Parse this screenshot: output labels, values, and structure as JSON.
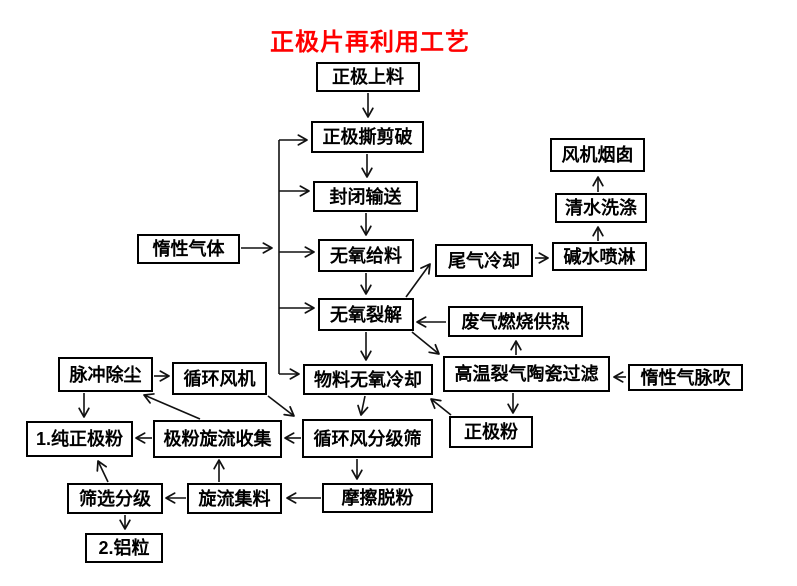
{
  "title": "正极片再利用工艺",
  "colors": {
    "title": "#ff0000",
    "line": "#111111",
    "box_border": "#000000",
    "box_text": "#000000",
    "background": "#ffffff"
  },
  "nodes": [
    {
      "id": "cathode-feeding",
      "label": "正极上料"
    },
    {
      "id": "cathode-shredding",
      "label": "正极撕剪破"
    },
    {
      "id": "sealed-conveying",
      "label": "封闭输送"
    },
    {
      "id": "inert-gas",
      "label": "惰性气体"
    },
    {
      "id": "oxygen-free-feeding",
      "label": "无氧给料"
    },
    {
      "id": "tail-gas-cooling",
      "label": "尾气冷却"
    },
    {
      "id": "alkali-spray",
      "label": "碱水喷淋"
    },
    {
      "id": "water-washing",
      "label": "清水洗涤"
    },
    {
      "id": "fan-chimney",
      "label": "风机烟囱"
    },
    {
      "id": "oxygen-free-pyrolysis",
      "label": "无氧裂解"
    },
    {
      "id": "waste-gas-combustion",
      "label": "废气燃烧供热"
    },
    {
      "id": "material-cooling",
      "label": "物料无氧冷却"
    },
    {
      "id": "ceramic-filter",
      "label": "高温裂气陶瓷过滤"
    },
    {
      "id": "inert-gas-pulse",
      "label": "惰性气脉吹"
    },
    {
      "id": "cathode-powder",
      "label": "正极粉"
    },
    {
      "id": "pulse-dedusting",
      "label": "脉冲除尘"
    },
    {
      "id": "circulating-fan",
      "label": "循环风机"
    },
    {
      "id": "pure-cathode-powder",
      "label": "1.纯正极粉"
    },
    {
      "id": "cyclone-collection",
      "label": "极粉旋流收集"
    },
    {
      "id": "classifying-screen",
      "label": "循环风分级筛"
    },
    {
      "id": "friction-stripping",
      "label": "摩擦脱粉"
    },
    {
      "id": "cyclone-aggregation",
      "label": "旋流集料"
    },
    {
      "id": "screening-grading",
      "label": "筛选分级"
    },
    {
      "id": "aluminum-granules",
      "label": "2.铝粒"
    }
  ],
  "edges": [
    {
      "from": "cathode-feeding",
      "to": "cathode-shredding"
    },
    {
      "from": "cathode-shredding",
      "to": "sealed-conveying"
    },
    {
      "from": "sealed-conveying",
      "to": "oxygen-free-feeding"
    },
    {
      "from": "oxygen-free-feeding",
      "to": "oxygen-free-pyrolysis"
    },
    {
      "from": "oxygen-free-pyrolysis",
      "to": "material-cooling"
    },
    {
      "from": "material-cooling",
      "to": "classifying-screen"
    },
    {
      "from": "classifying-screen",
      "to": "friction-stripping"
    },
    {
      "from": "friction-stripping",
      "to": "cyclone-aggregation"
    },
    {
      "from": "cyclone-aggregation",
      "to": "screening-grading"
    },
    {
      "from": "screening-grading",
      "to": "aluminum-granules"
    },
    {
      "from": "screening-grading",
      "to": "pure-cathode-powder"
    },
    {
      "from": "cyclone-aggregation",
      "to": "cyclone-collection"
    },
    {
      "from": "classifying-screen",
      "to": "cyclone-collection"
    },
    {
      "from": "cyclone-collection",
      "to": "pure-cathode-powder"
    },
    {
      "from": "cyclone-collection",
      "to": "pulse-dedusting"
    },
    {
      "from": "pulse-dedusting",
      "to": "circulating-fan"
    },
    {
      "from": "pulse-dedusting",
      "to": "pure-cathode-powder"
    },
    {
      "from": "circulating-fan",
      "to": "classifying-screen"
    },
    {
      "from": "inert-gas",
      "to": "cathode-shredding"
    },
    {
      "from": "inert-gas",
      "to": "sealed-conveying"
    },
    {
      "from": "inert-gas",
      "to": "oxygen-free-feeding"
    },
    {
      "from": "inert-gas",
      "to": "oxygen-free-pyrolysis"
    },
    {
      "from": "inert-gas",
      "to": "material-cooling"
    },
    {
      "from": "oxygen-free-pyrolysis",
      "to": "tail-gas-cooling"
    },
    {
      "from": "tail-gas-cooling",
      "to": "alkali-spray"
    },
    {
      "from": "alkali-spray",
      "to": "water-washing"
    },
    {
      "from": "water-washing",
      "to": "fan-chimney"
    },
    {
      "from": "waste-gas-combustion",
      "to": "oxygen-free-pyrolysis"
    },
    {
      "from": "oxygen-free-pyrolysis",
      "to": "ceramic-filter"
    },
    {
      "from": "ceramic-filter",
      "to": "waste-gas-combustion"
    },
    {
      "from": "inert-gas-pulse",
      "to": "ceramic-filter"
    },
    {
      "from": "ceramic-filter",
      "to": "cathode-powder"
    },
    {
      "from": "cathode-powder",
      "to": "material-cooling"
    }
  ]
}
